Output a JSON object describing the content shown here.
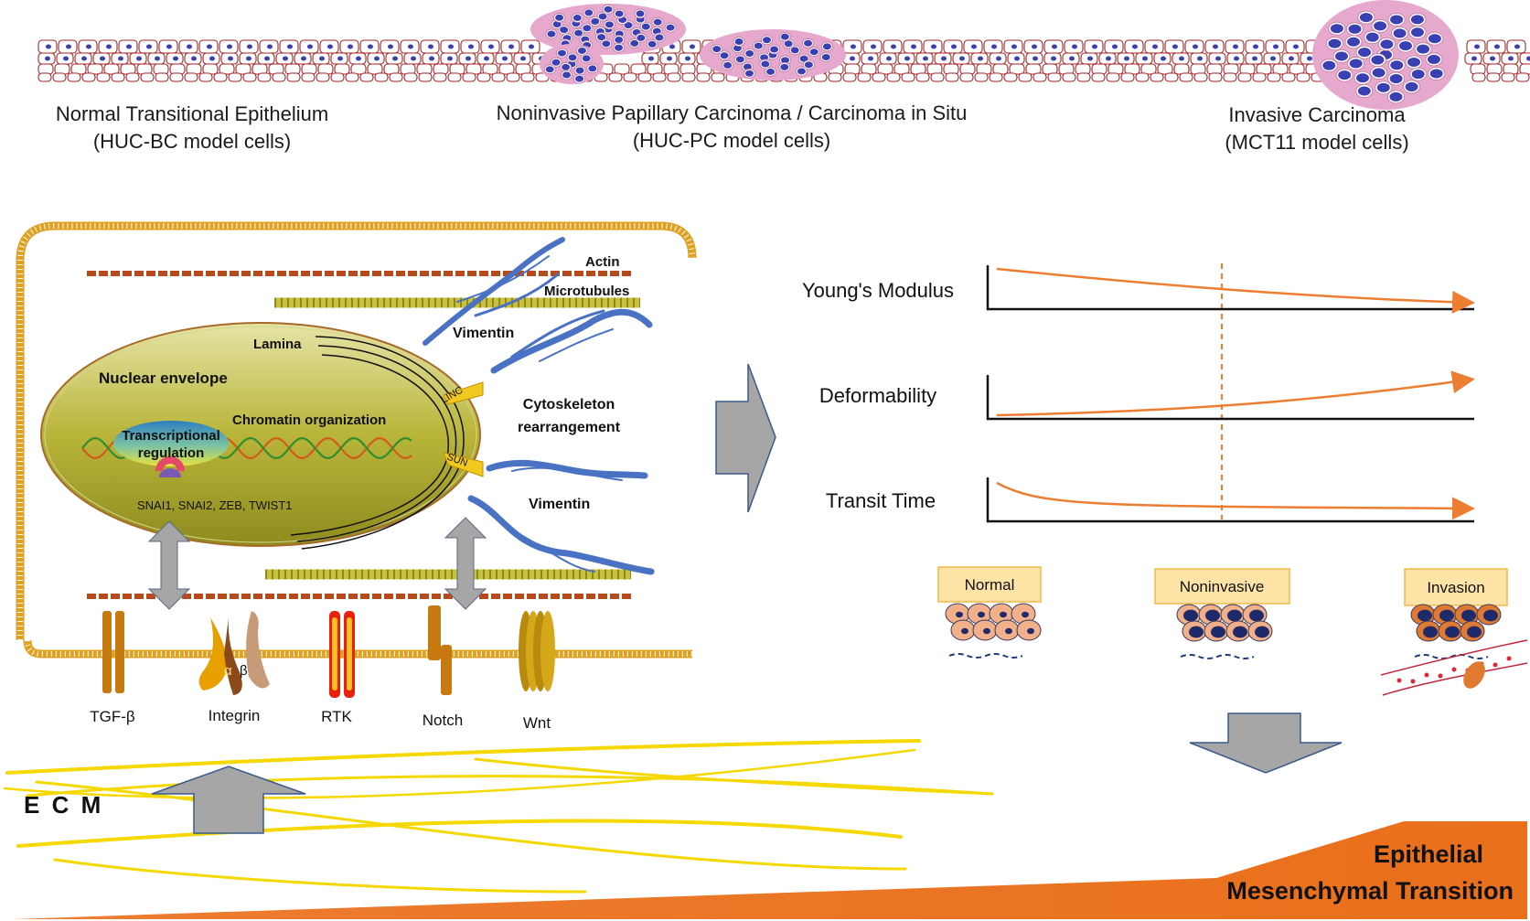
{
  "stages": [
    {
      "title": "Normal Transitional Epithelium",
      "subtitle": "(HUC-BC model cells)"
    },
    {
      "title": "Noninvasive Papillary Carcinoma / Carcinoma in Situ",
      "subtitle": "(HUC-PC model cells)"
    },
    {
      "title": "Invasive Carcinoma",
      "subtitle": "(MCT11 model cells)"
    }
  ],
  "cell": {
    "cytoskeleton": {
      "actin": "Actin",
      "microtubules": "Microtubules",
      "vimentin": "Vimentin",
      "rearrangement_line1": "Cytoskeleton",
      "rearrangement_line2": "rearrangement"
    },
    "nucleus": {
      "lamina": "Lamina",
      "envelope": "Nuclear envelope",
      "chromatin": "Chromatin organization",
      "transcription_line1": "Transcriptional",
      "transcription_line2": "regulation",
      "factors": "SNAI1, SNAI2, ZEB, TWIST1",
      "linc": "LINC",
      "sun": "SUN"
    },
    "receptors": [
      "TGF-β",
      "Integrin",
      "RTK",
      "Notch",
      "Wnt"
    ],
    "integrin_subunits": {
      "alpha": "α",
      "beta": "β"
    },
    "ecm": "E C M"
  },
  "metrics": [
    {
      "label": "Young's Modulus",
      "trend": "decrease"
    },
    {
      "label": "Deformability",
      "trend": "increase"
    },
    {
      "label": "Transit Time",
      "trend": "decrease"
    }
  ],
  "phenotypes": [
    "Normal",
    "Noninvasive",
    "Invasion"
  ],
  "emt": {
    "line1": "Epithelial",
    "line2": "Mesenchymal Transition"
  },
  "colors": {
    "epithelium_border": "#a5262a",
    "nucleus_blue": "#3a3fb4",
    "tumor_pink": "#e6a8cc",
    "membrane": "#e0a020",
    "nucleus_fill": "#b9b53a",
    "actin": "#b74a1d",
    "microtubule": "#c8c040",
    "vimentin": "#4a72c4",
    "arrow_gray": "#a6a6a6",
    "arrow_stroke": "#3a5a8c",
    "trend_orange": "#ed7d31",
    "box_fill": "#fde4a6",
    "box_stroke": "#f2b84b",
    "ecm_yellow": "#f4d800",
    "emt_orange": "#ed7d31"
  }
}
